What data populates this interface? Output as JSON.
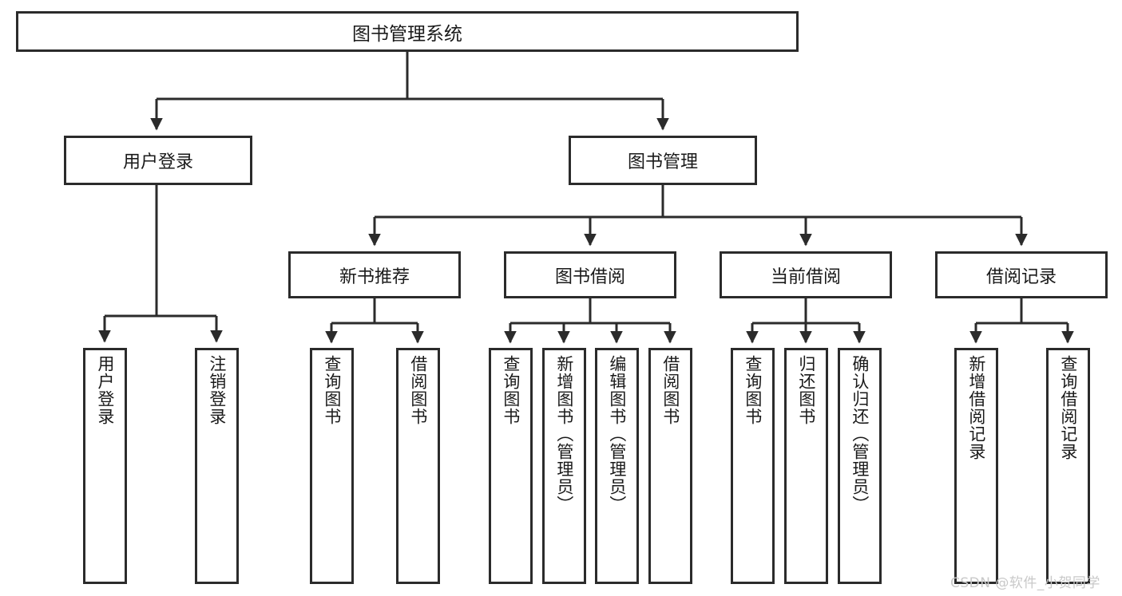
{
  "diagram": {
    "type": "tree",
    "title": "图书管理系统",
    "orientation": "top-down",
    "colors": {
      "background": "#ffffff",
      "box_border": "#2b2b2b",
      "box_fill": "#ffffff",
      "text": "#1a1a1a",
      "connector": "#2b2b2b",
      "watermark": "#c9c9c9"
    },
    "root": {
      "label": "图书管理系统"
    },
    "level2": [
      {
        "label": "用户登录"
      },
      {
        "label": "图书管理"
      }
    ],
    "level3": [
      {
        "label": "新书推荐"
      },
      {
        "label": "图书借阅"
      },
      {
        "label": "当前借阅"
      },
      {
        "label": "借阅记录"
      }
    ],
    "leaves": {
      "user_login": [
        {
          "label": "用户登录"
        },
        {
          "label": "注销登录"
        }
      ],
      "new_book_recommend": [
        {
          "label": "查询图书"
        },
        {
          "label": "借阅图书"
        }
      ],
      "book_borrow": [
        {
          "label": "查询图书"
        },
        {
          "label": "新增图书（管理员）"
        },
        {
          "label": "编辑图书（管理员）"
        },
        {
          "label": "借阅图书"
        }
      ],
      "current_borrow": [
        {
          "label": "查询图书"
        },
        {
          "label": "归还图书"
        },
        {
          "label": "确认归还（管理员）"
        }
      ],
      "borrow_record": [
        {
          "label": "新增借阅记录"
        },
        {
          "label": "查询借阅记录"
        }
      ]
    }
  },
  "watermark": {
    "text": "CSDN @软件_小贺同学"
  }
}
